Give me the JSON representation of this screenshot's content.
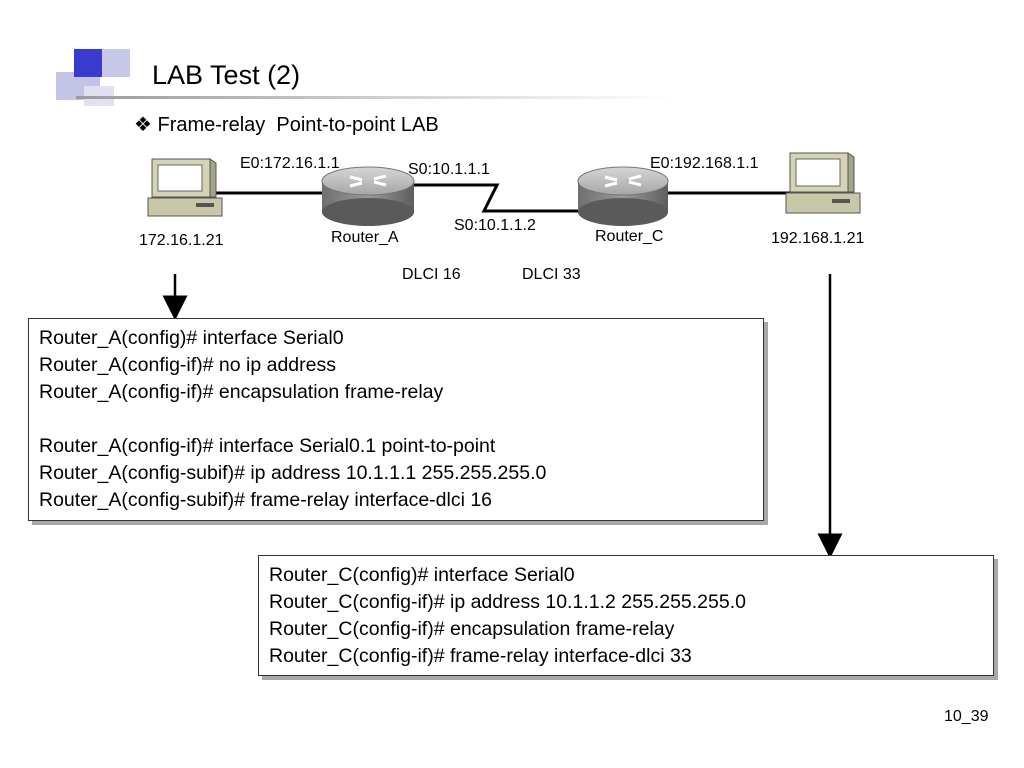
{
  "slide": {
    "title": "LAB Test (2)",
    "bullet": "❖ Frame-relay  Point-to-point LAB",
    "page_number": "10_39"
  },
  "topology": {
    "host_left_ip": "172.16.1.21",
    "router_a": {
      "name": "Router_A",
      "e0": "E0:172.16.1.1",
      "s0": "S0:10.1.1.1",
      "dlci": "DLCI 16"
    },
    "router_c": {
      "name": "Router_C",
      "e0": "E0:192.168.1.1",
      "s0": "S0:10.1.1.2",
      "dlci": "DLCI 33"
    },
    "host_right_ip": "192.168.1.21"
  },
  "config_a": {
    "lines": [
      "Router_A(config)# interface Serial0",
      "Router_A(config-if)# no ip address",
      "Router_A(config-if)# encapsulation frame-relay",
      "",
      "Router_A(config-if)# interface Serial0.1 point-to-point",
      "Router_A(config-subif)# ip address 10.1.1.1 255.255.255.0",
      "Router_A(config-subif)# frame-relay interface-dlci 16"
    ]
  },
  "config_c": {
    "lines": [
      "Router_C(config)# interface Serial0",
      "Router_C(config-if)# ip address 10.1.1.2 255.255.255.0",
      "Router_C(config-if)# encapsulation frame-relay",
      "Router_C(config-if)# frame-relay interface-dlci 33"
    ]
  },
  "icons": {
    "host": "desktop-computer-icon",
    "router": "router-icon"
  }
}
